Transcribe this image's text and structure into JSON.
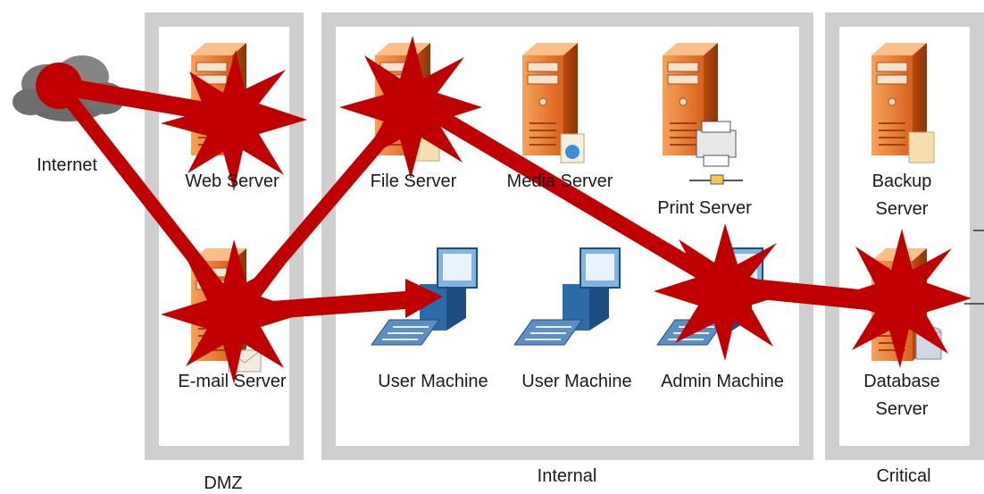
{
  "zones": {
    "dmz": "DMZ",
    "internal": "Internal",
    "critical": "Critical"
  },
  "nodes": {
    "internet": "Internet",
    "web_server": "Web Server",
    "email_server": "E-mail Server",
    "file_server": "File Server",
    "media_server": "Media Server",
    "print_server": "Print Server",
    "user_machine_1": "User Machine",
    "user_machine_2": "User Machine",
    "admin_machine": "Admin Machine",
    "backup_server": "Backup Server",
    "database_server": "Database Server"
  },
  "colors": {
    "attack_path": "#c00000",
    "zone_border": "#cfcfcf",
    "server_body": "#e8742c",
    "workstation": "#3f7fc2"
  },
  "attack_path": [
    "Internet",
    "E-mail Server",
    "User Machine",
    "E-mail Server",
    "File Server",
    "Admin Machine",
    "Database Server"
  ],
  "compromised": [
    "Web Server",
    "E-mail Server",
    "File Server",
    "Admin Machine",
    "Database Server"
  ]
}
